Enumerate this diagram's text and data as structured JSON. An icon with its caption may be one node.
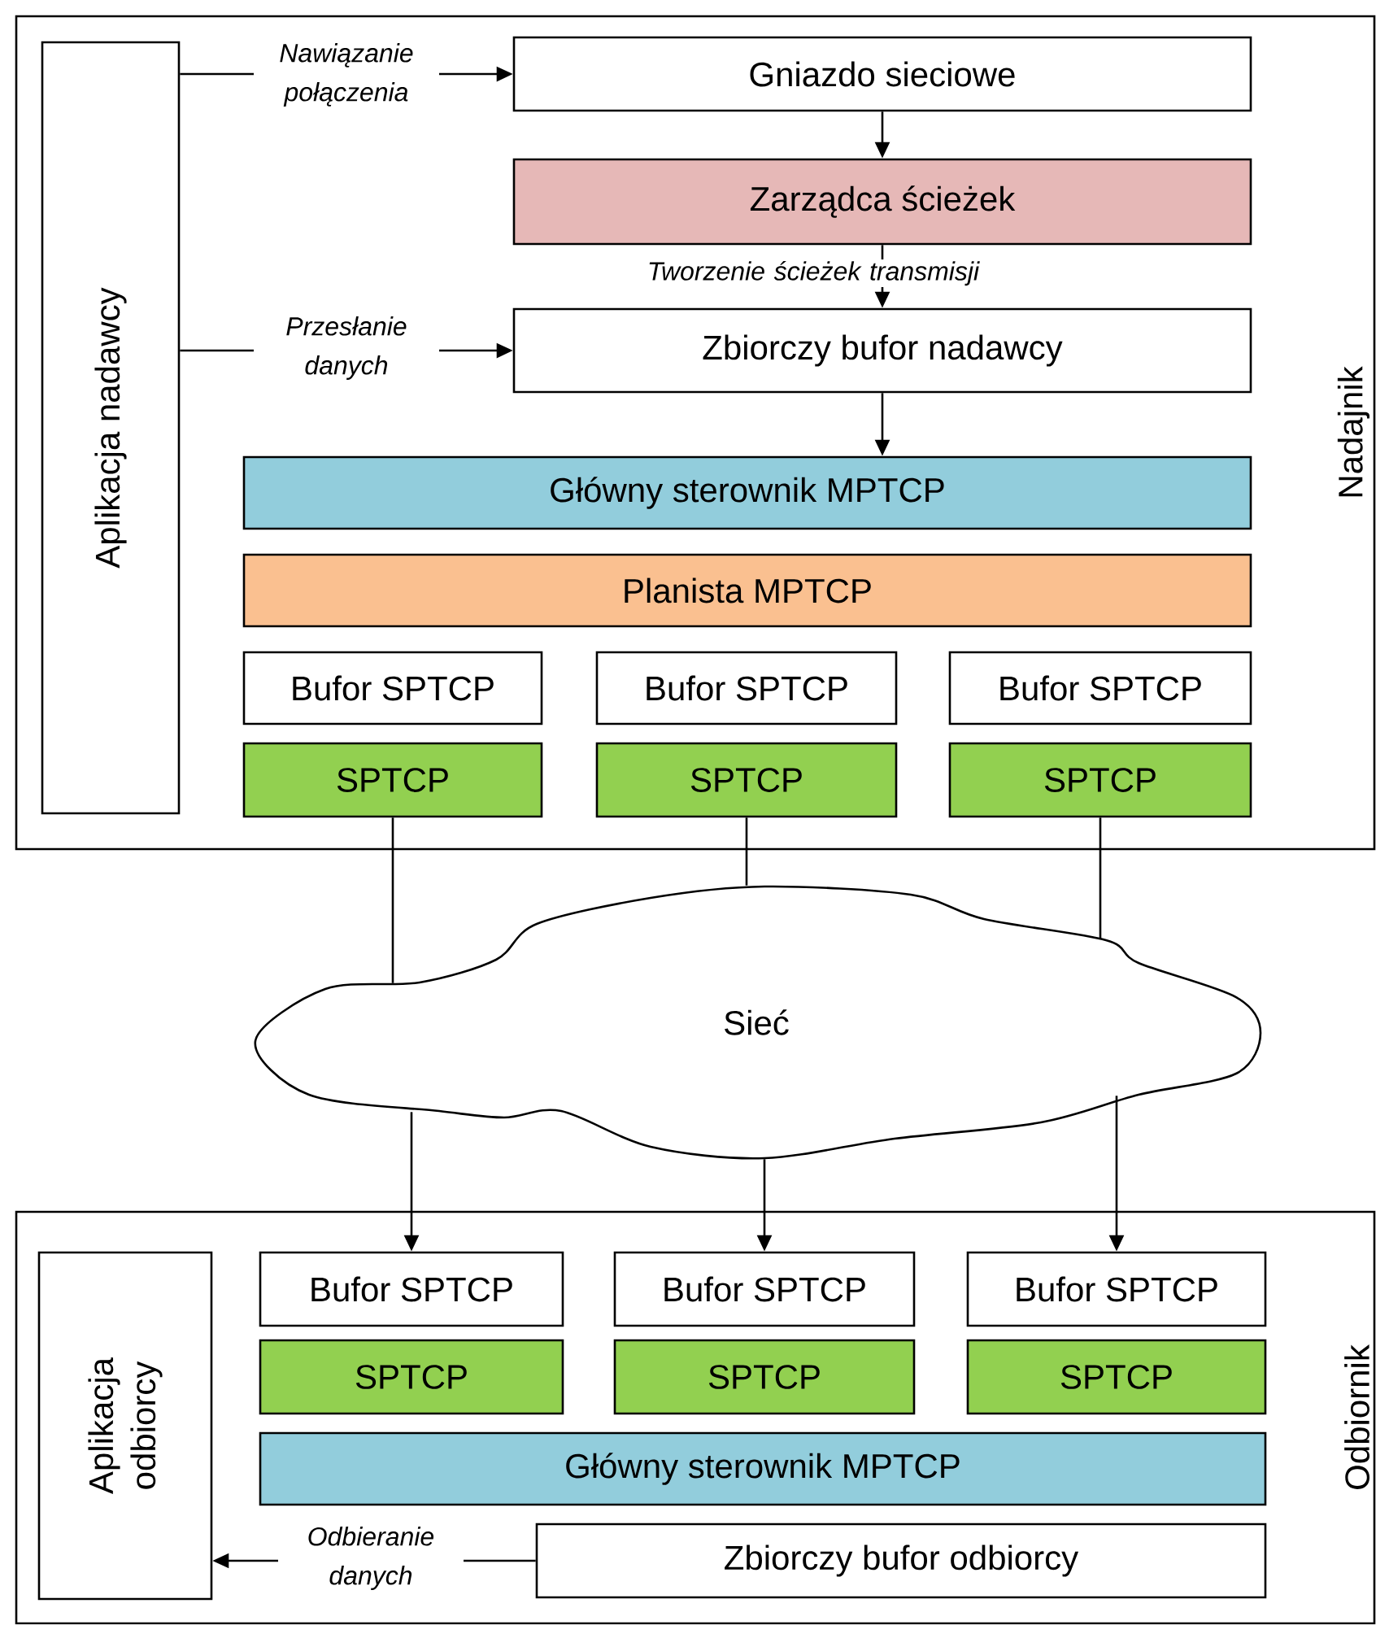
{
  "diagram": {
    "nodes": [
      {
        "text": [
          "Nadajnik"
        ]
      },
      {
        "text": [
          "Aplikacja nadawcy"
        ],
        "in": 0
      },
      {
        "text": [
          "Gniazdo sieciowe"
        ],
        "in": 0
      },
      {
        "text": [
          "Zarządca ścieżek"
        ],
        "in": 0
      },
      {
        "text": [
          "Zbiorczy bufor nadawcy"
        ],
        "in": 0
      },
      {
        "text": [
          "Główny sterownik MPTCP"
        ],
        "in": 0
      },
      {
        "text": [
          "Planista MPTCP"
        ],
        "in": 0
      },
      {
        "text": [
          "Bufor SPTCP"
        ],
        "in": 0
      },
      {
        "text": [
          "Bufor SPTCP"
        ],
        "in": 0
      },
      {
        "text": [
          "Bufor SPTCP"
        ],
        "in": 0
      },
      {
        "text": [
          "SPTCP"
        ],
        "in": 0
      },
      {
        "text": [
          "SPTCP"
        ],
        "in": 0
      },
      {
        "text": [
          "SPTCP"
        ],
        "in": 0
      },
      {
        "text": [
          "Sieć"
        ]
      },
      {
        "text": [
          "Odbiornik"
        ]
      },
      {
        "text": [
          "Aplikacja odbiorcy"
        ],
        "in": 14
      },
      {
        "text": [
          "Bufor SPTCP"
        ],
        "in": 14
      },
      {
        "text": [
          "Bufor SPTCP"
        ],
        "in": 14
      },
      {
        "text": [
          "Bufor SPTCP"
        ],
        "in": 14
      },
      {
        "text": [
          "SPTCP"
        ],
        "in": 14
      },
      {
        "text": [
          "SPTCP"
        ],
        "in": 14
      },
      {
        "text": [
          "SPTCP"
        ],
        "in": 14
      },
      {
        "text": [
          "Główny sterownik MPTCP"
        ],
        "in": 14
      },
      {
        "text": [
          "Zbiorczy bufor odbiorcy"
        ],
        "in": 14
      }
    ],
    "edges": [
      {
        "from": 1,
        "to": 2,
        "arrow": "to",
        "label": "Nawiązanie połączenia"
      },
      {
        "from": 2,
        "to": 3,
        "arrow": "to"
      },
      {
        "from": 3,
        "to": 4,
        "arrow": "to",
        "label": "Tworzenie ścieżek transmisji"
      },
      {
        "from": 1,
        "to": 4,
        "arrow": "to",
        "label": "Przesłanie danych"
      },
      {
        "from": 4,
        "to": 5,
        "arrow": "to"
      },
      {
        "from": 10,
        "to": 13,
        "arrow": "none"
      },
      {
        "from": 11,
        "to": 13,
        "arrow": "none"
      },
      {
        "from": 12,
        "to": 13,
        "arrow": "none"
      },
      {
        "from": 13,
        "to": 16,
        "arrow": "to"
      },
      {
        "from": 13,
        "to": 17,
        "arrow": "to"
      },
      {
        "from": 13,
        "to": 18,
        "arrow": "to"
      },
      {
        "from": 23,
        "to": 15,
        "arrow": "to",
        "label": "Odbieranie danych"
      }
    ]
  }
}
